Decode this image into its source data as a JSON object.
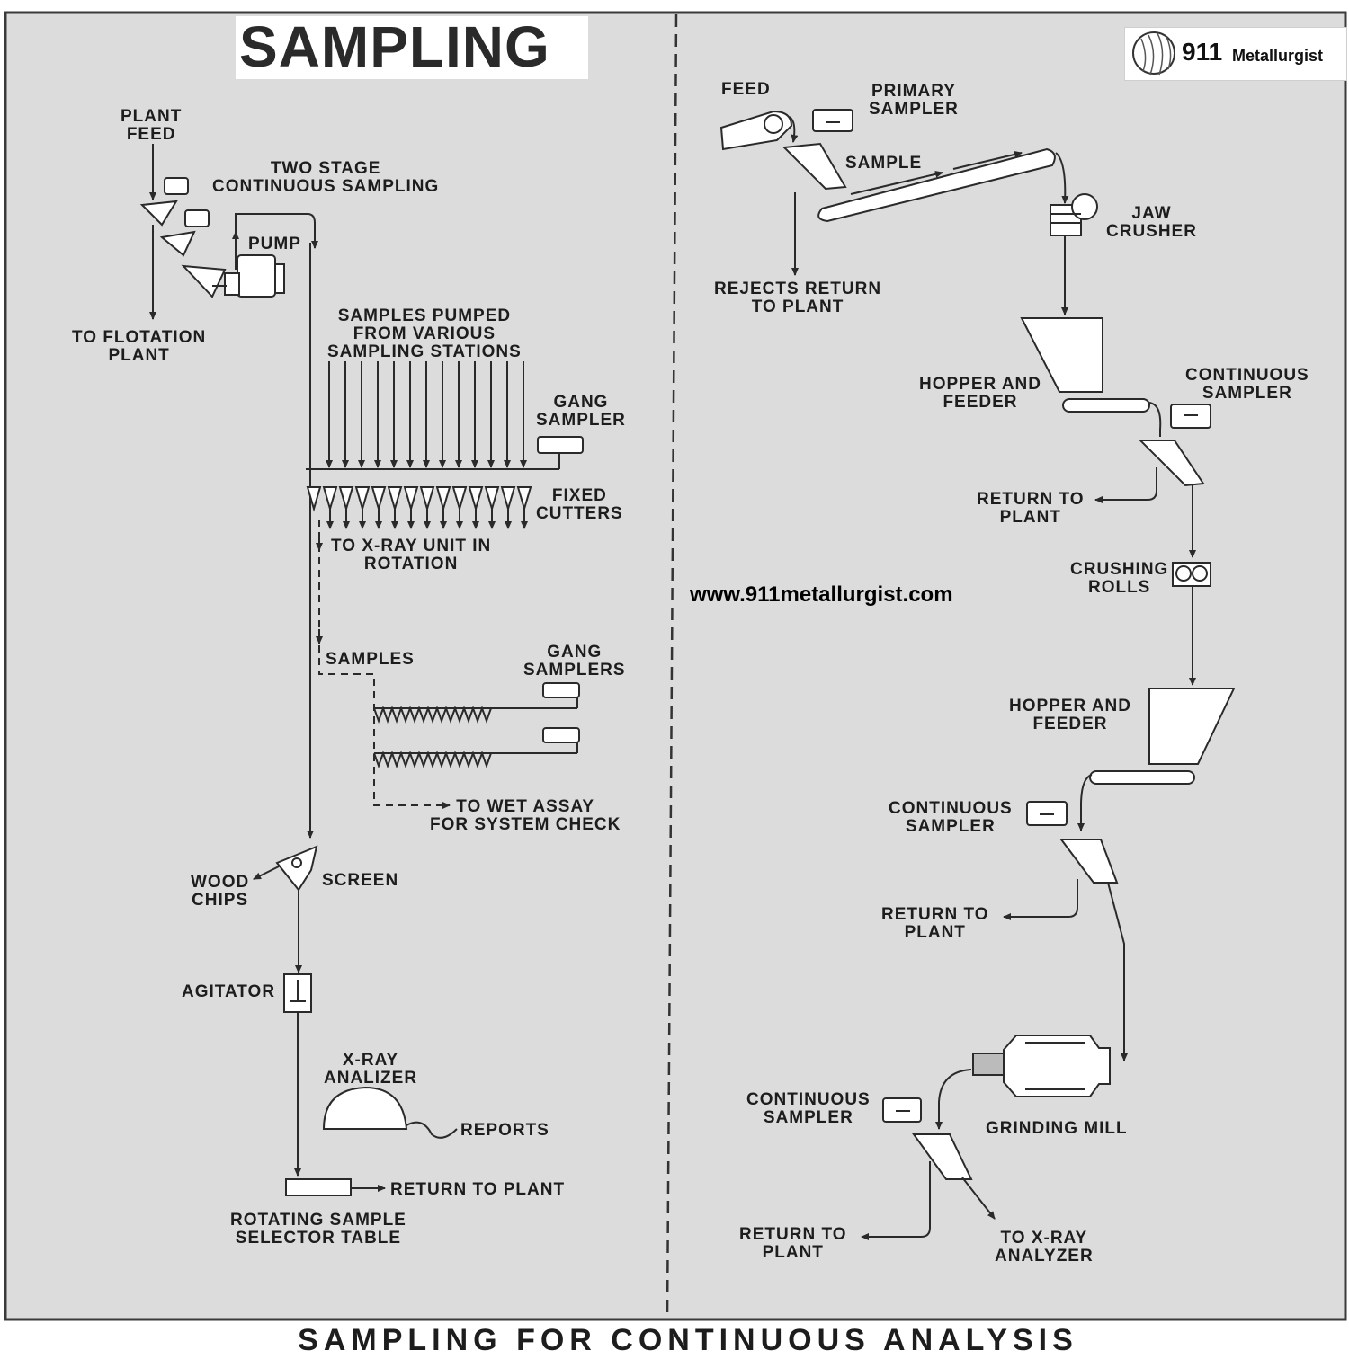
{
  "title": "SAMPLING",
  "logo": {
    "number": "911",
    "word": "Metallurgist"
  },
  "website": "www.911metallurgist.com",
  "footer": "SAMPLING FOR CONTINUOUS ANALYSIS",
  "left": {
    "plant_feed": "PLANT\nFEED",
    "two_stage": "TWO STAGE\nCONTINUOUS SAMPLING",
    "pump": "PUMP",
    "to_flotation": "TO FLOTATION\nPLANT",
    "samples_pumped": "SAMPLES PUMPED\nFROM VARIOUS\nSAMPLING STATIONS",
    "gang_sampler": "GANG\nSAMPLER",
    "fixed_cutters": "FIXED\nCUTTERS",
    "to_xray_unit": "TO X-RAY UNIT IN\nROTATION",
    "samples": "SAMPLES",
    "gang_samplers": "GANG\nSAMPLERS",
    "to_wet_assay": "TO WET ASSAY\nFOR SYSTEM CHECK",
    "wood_chips": "WOOD\nCHIPS",
    "screen": "SCREEN",
    "agitator": "AGITATOR",
    "xray_analizer": "X-RAY\nANALIZER",
    "reports": "REPORTS",
    "return_to_plant": "RETURN TO PLANT",
    "rotating_table": "ROTATING SAMPLE\nSELECTOR TABLE"
  },
  "right": {
    "feed": "FEED",
    "primary_sampler": "PRIMARY\nSAMPLER",
    "sample": "SAMPLE",
    "jaw_crusher": "JAW\nCRUSHER",
    "rejects_return": "REJECTS RETURN\nTO PLANT",
    "hopper_feeder_1": "HOPPER AND\nFEEDER",
    "continuous_sampler_1": "CONTINUOUS\nSAMPLER",
    "return_to_plant_1": "RETURN TO\nPLANT",
    "crushing_rolls": "CRUSHING\nROLLS",
    "hopper_feeder_2": "HOPPER AND\nFEEDER",
    "continuous_sampler_2": "CONTINUOUS\nSAMPLER",
    "return_to_plant_2": "RETURN TO\nPLANT",
    "grinding_mill": "GRINDING MILL",
    "continuous_sampler_3": "CONTINUOUS\nSAMPLER",
    "return_to_plant_3": "RETURN TO\nPLANT",
    "to_xray_analyzer": "TO X-RAY\nANALYZER"
  }
}
